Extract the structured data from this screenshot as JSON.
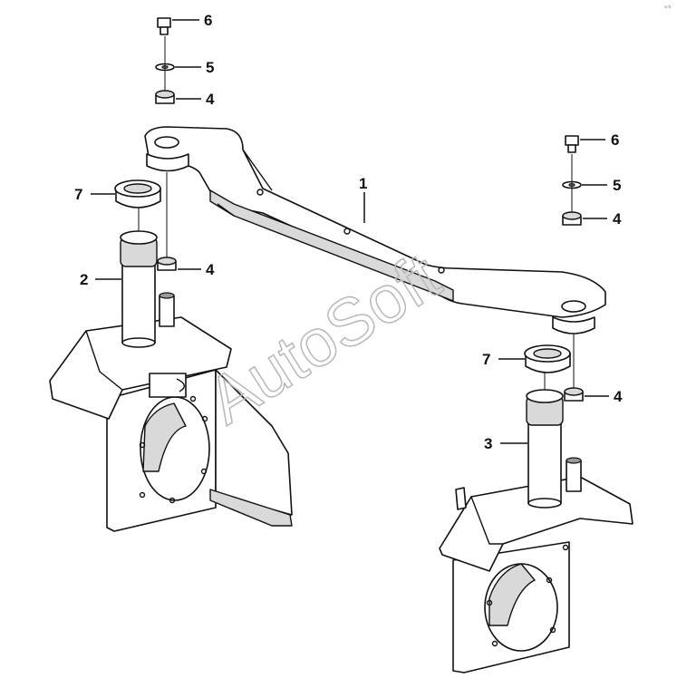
{
  "watermark": "AutoSoft",
  "corner_mark": "a·b",
  "callouts": {
    "c1": "1",
    "c2": "2",
    "c3": "3",
    "c4a": "4",
    "c4b": "4",
    "c4c": "4",
    "c4d": "4",
    "c5a": "5",
    "c5b": "5",
    "c6a": "6",
    "c6b": "6",
    "c7a": "7",
    "c7b": "7"
  }
}
